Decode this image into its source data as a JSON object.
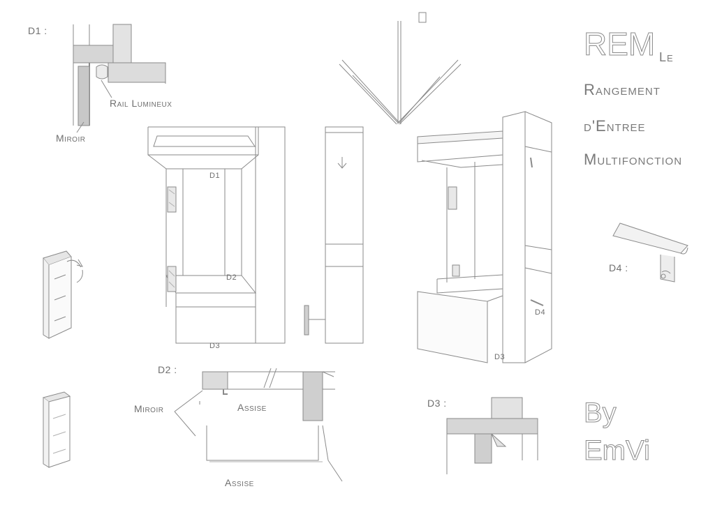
{
  "title": {
    "main": "REM",
    "le": "Le",
    "line1": "Rangement",
    "line2": "d'Entree",
    "line3": "Multifonction"
  },
  "signature": {
    "by": "By",
    "name": "EmVi"
  },
  "details": {
    "d1": {
      "tag": "D1 :",
      "rail": "Rail Lumineux",
      "mirror": "Miroir"
    },
    "d2": {
      "tag": "D2 :",
      "mirror": "Miroir",
      "seat": "Assise",
      "seat_lower": "Assise"
    },
    "d3": {
      "tag": "D3 :"
    },
    "d4": {
      "tag": "D4 :"
    }
  },
  "view_tags": {
    "front_d1": "D1",
    "front_d2": "D2",
    "front_d3": "D3",
    "iso_d3": "D3",
    "iso_d4": "D4"
  },
  "colors": {
    "pencil": "#8a8a8a",
    "paper": "#ffffff",
    "shade": "#bdbdbd"
  }
}
